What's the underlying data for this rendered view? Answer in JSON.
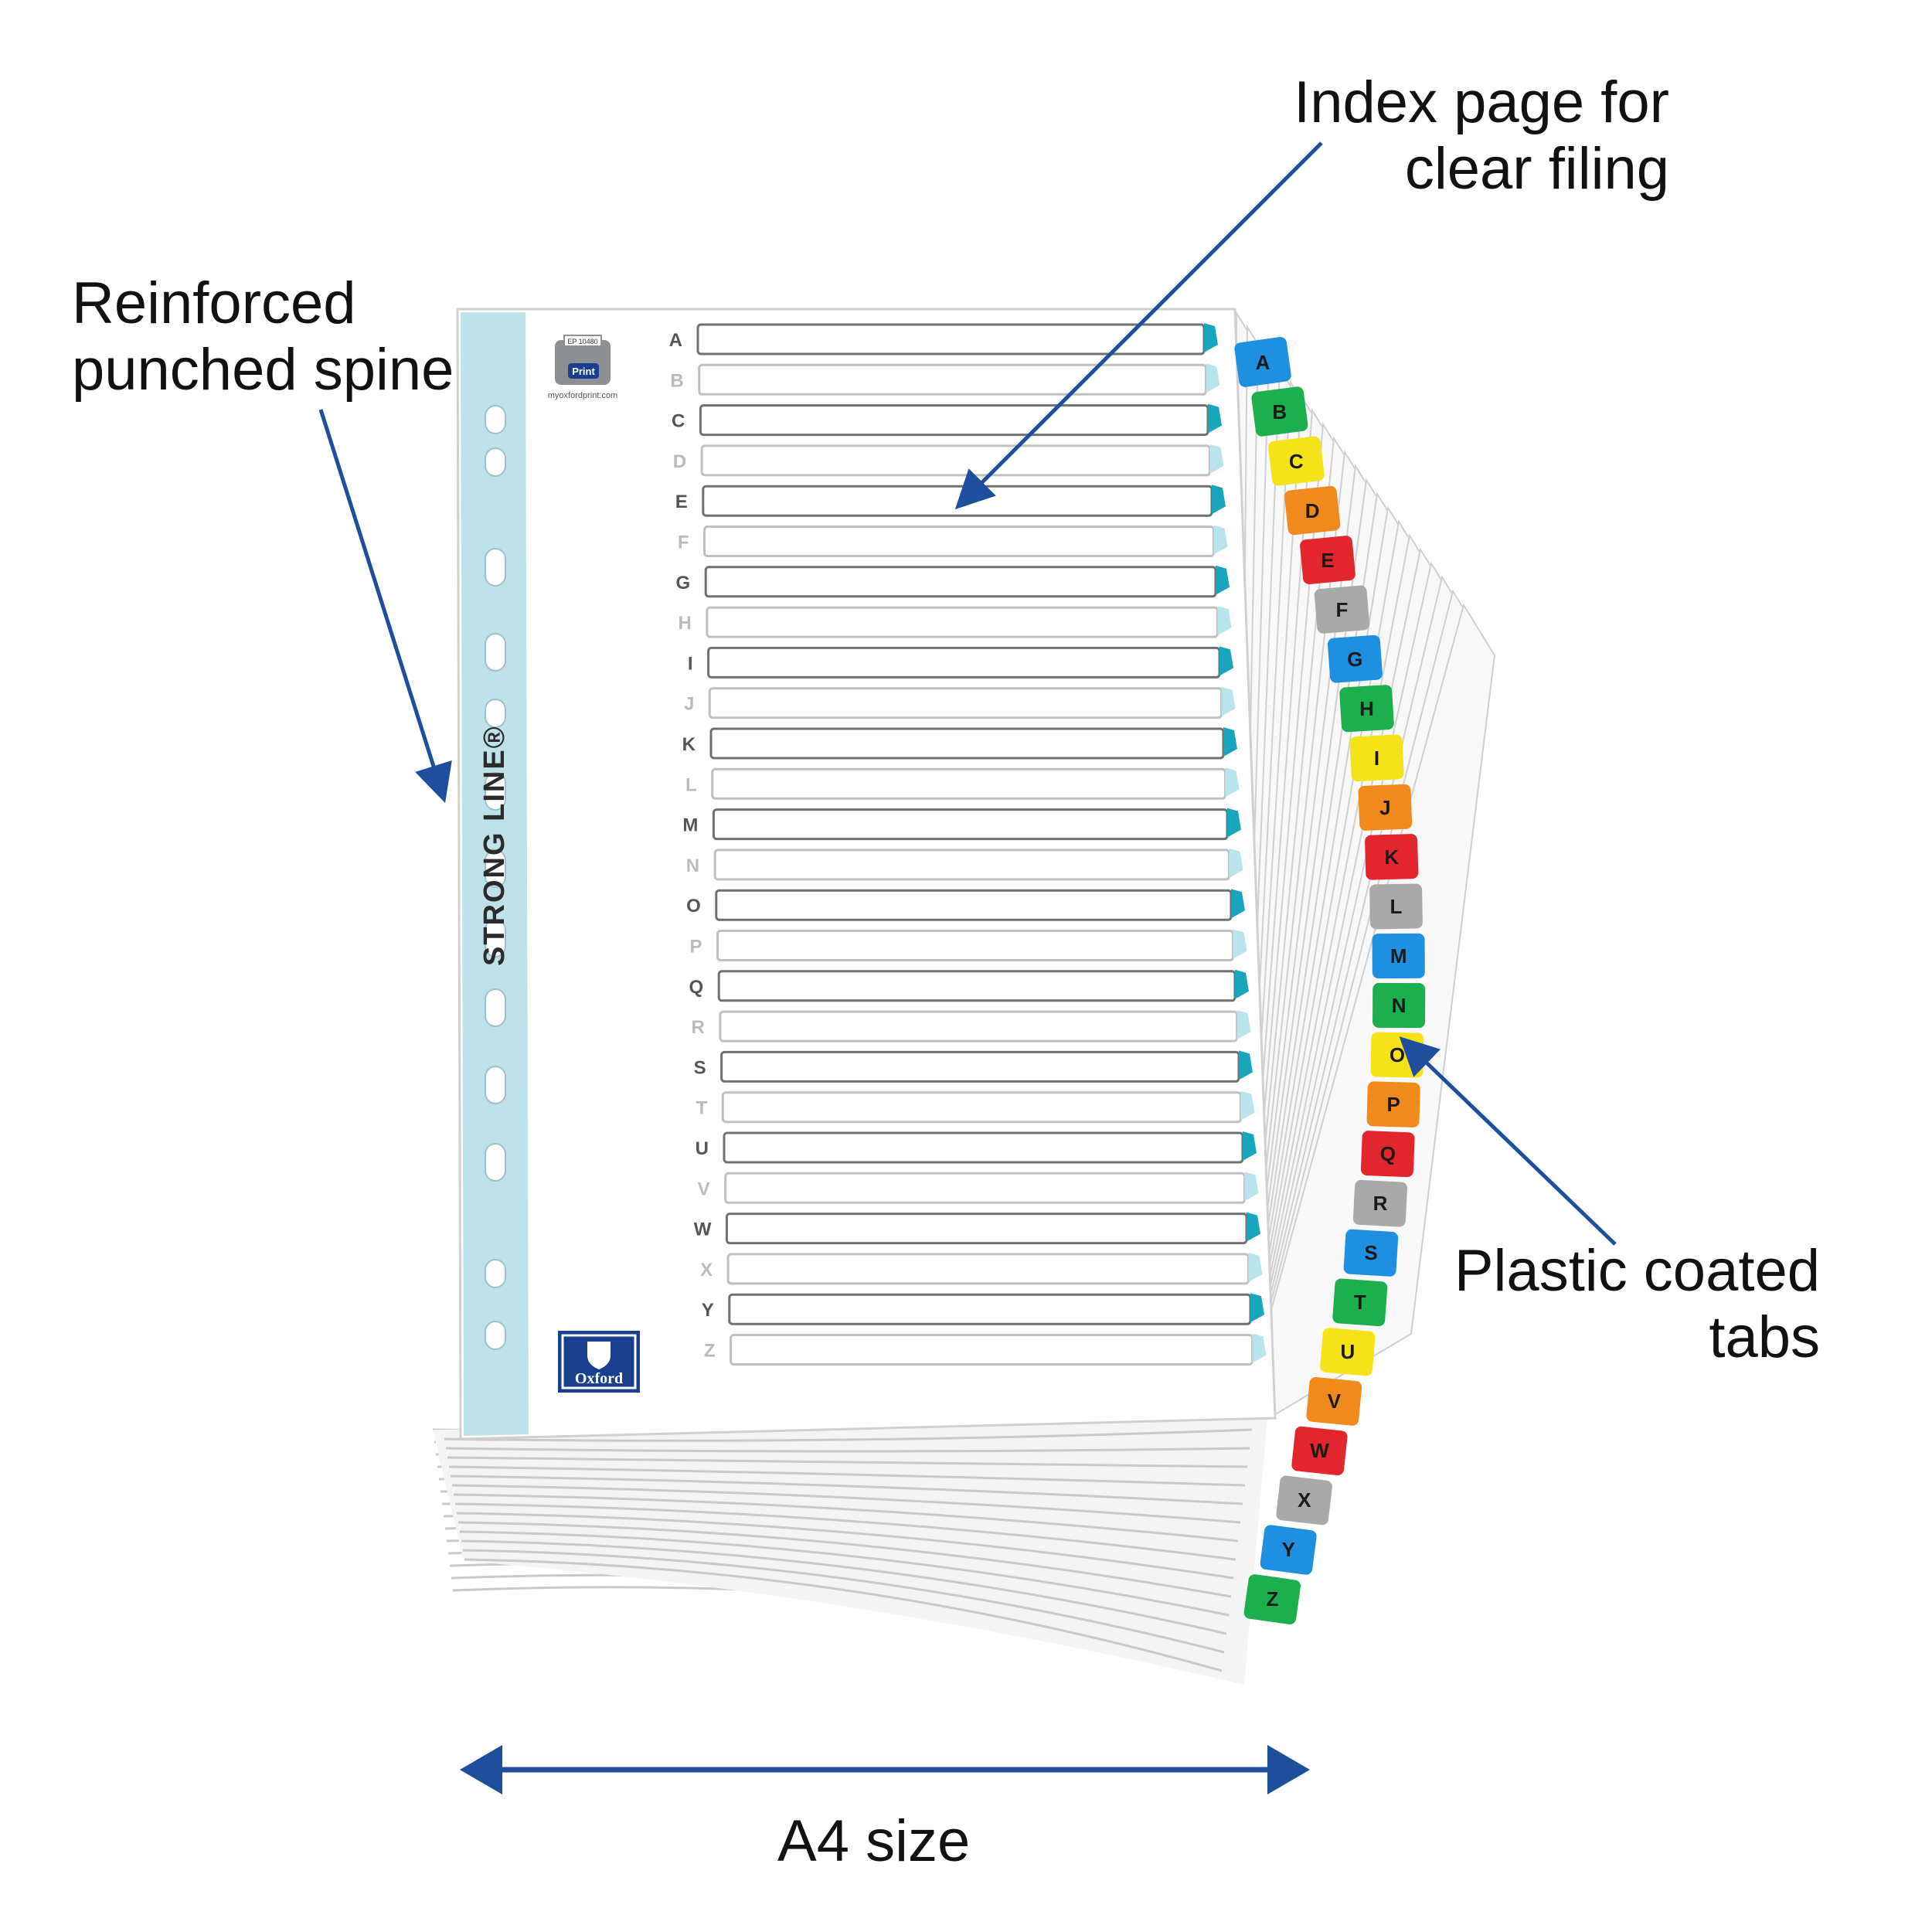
{
  "callouts": {
    "index_page": [
      "Index page for",
      "clear filing"
    ],
    "spine": [
      "Reinforced",
      "punched spine"
    ],
    "tabs": [
      "Plastic coated",
      "tabs"
    ],
    "size": "A4 size"
  },
  "index_letters": [
    "A",
    "B",
    "C",
    "D",
    "E",
    "F",
    "G",
    "H",
    "I",
    "J",
    "K",
    "L",
    "M",
    "N",
    "O",
    "P",
    "Q",
    "R",
    "S",
    "T",
    "U",
    "V",
    "W",
    "X",
    "Y",
    "Z"
  ],
  "tab_colors": [
    "#1f8fe0",
    "#1dae4e",
    "#f5e31a",
    "#f08a1c",
    "#e3262d",
    "#a9a9a9"
  ],
  "branding": {
    "spine_brand": "STRONG LINE®",
    "logo_text": "Oxford",
    "print_ref": "EP 10480",
    "print_badge": "Print",
    "print_url": "myoxfordprint.com"
  },
  "colors": {
    "arrow": "#1f4f9c",
    "spine": "#bfe2ea",
    "accent": "#19a6bd"
  }
}
